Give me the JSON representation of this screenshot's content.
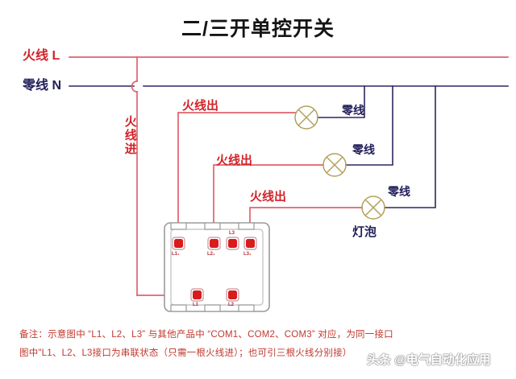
{
  "title": "二/三开单控开关",
  "colors": {
    "live": "#d2232a",
    "live_wire": "#e06a72",
    "neutral": "#24205c",
    "neutral_wire": "#2b2760",
    "lamp": "#b2a05c",
    "switch_body": "#9a9a9a",
    "terminal": "#d81b1b",
    "footnote": "#c0392f",
    "title": "#151515"
  },
  "labels": {
    "live_main": "火线 L",
    "neutral_main": "零线 N",
    "live_in": "火线进",
    "live_out_1": "火线出",
    "live_out_2": "火线出",
    "live_out_3": "火线出",
    "neutral_1": "零线",
    "neutral_2": "零线",
    "neutral_3": "零线",
    "bulb": "灯泡"
  },
  "switch": {
    "top_terminals": [
      {
        "id": "L1-1",
        "label": "L1₁"
      },
      {
        "id": "L2-1",
        "label": "L2₁"
      },
      {
        "id": "L3",
        "label": "L3"
      },
      {
        "id": "L3-1",
        "label": "L3₁"
      }
    ],
    "bottom_terminals": [
      {
        "id": "L1",
        "label": "L1"
      },
      {
        "id": "L2",
        "label": "L2"
      }
    ]
  },
  "lamps": [
    {
      "name": "lamp-1",
      "neutral_label": "零线"
    },
    {
      "name": "lamp-2",
      "neutral_label": "零线"
    },
    {
      "name": "lamp-3",
      "neutral_label": "零线",
      "caption": "灯泡"
    }
  ],
  "footnotes": [
    "备注：示意图中 “L1、L2、L3” 与其他产品中 “COM1、COM2、COM3” 对应，为同一接口",
    "图中\"L1、L2、L3接口为串联状态（只需一根火线进）；也可引三根火线分别接）"
  ],
  "watermark": "头条 @电气自动化应用"
}
